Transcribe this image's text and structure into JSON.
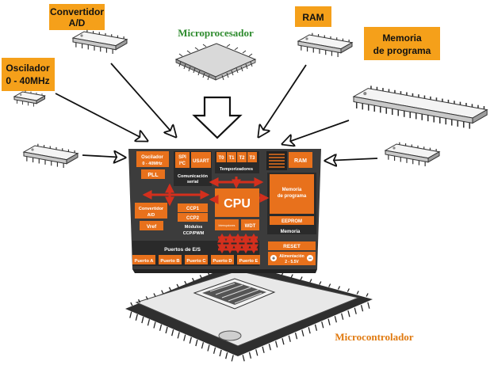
{
  "labels": {
    "adc_line1": "Convertidor",
    "adc_line2": "A/D",
    "osc_line1": "Oscilador",
    "osc_line2": "0 - 40MHz",
    "ram": "RAM",
    "progmem_line1": "Memoria",
    "progmem_line2": "de programa",
    "microprocesador": "Microprocesador",
    "microcontrolador": "Microcontrolador"
  },
  "block": {
    "osc_line1": "Oscilador",
    "osc_line2": "0 - 40MHz",
    "pll": "PLL",
    "spi": "SPI",
    "i2c": "I²C",
    "usart": "USART",
    "com_line1": "Comunicación",
    "com_line2": "serial",
    "t0": "T0",
    "t1": "T1",
    "t2": "T2",
    "t3": "T3",
    "timers": "Temporizadores",
    "ram": "RAM",
    "mem_line1": "Memoria",
    "mem_line2": "de programa",
    "eeprom": "EEPROM",
    "memoria": "Memoria",
    "cpu": "CPU",
    "interrupt": "Interrupciones",
    "wdt": "WDT",
    "adc_line1": "Convertidor",
    "adc_line2": "A/D",
    "vref": "Vref",
    "ccp1": "CCP1",
    "ccp2": "CCP2",
    "mod_line1": "Módulos",
    "mod_line2": "CCP/PWM",
    "puertos": "Puertos de E/S",
    "pa": "Puerto A",
    "pb": "Puerto B",
    "pc": "Puerto C",
    "pd": "Puerto D",
    "pe": "Puerto E",
    "reset": "RESET",
    "alim_line1": "Alimentación",
    "alim_line2": "2 - 5.5V",
    "plus": "+",
    "minus": "−"
  },
  "colors": {
    "label_bg": "#f5a01a",
    "block_orange": "#e8711c",
    "block_dark": "#3c3c3c",
    "arrow_red": "#d42f1d",
    "title_green": "#2e8b2e",
    "title_orange": "#e07a10"
  }
}
